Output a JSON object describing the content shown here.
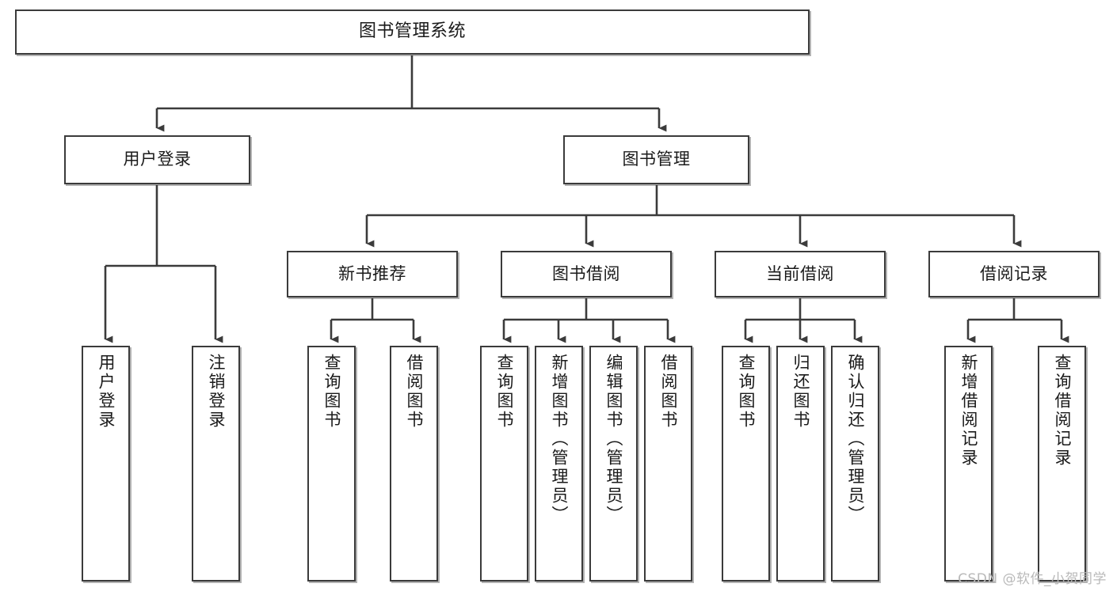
{
  "diagram": {
    "title": "图书管理系统",
    "type": "tree-hierarchy-chart",
    "watermark": "CSDN @软件_小贺同学",
    "colors": {
      "box_border": "#3b3b3b",
      "box_fill": "#ffffff",
      "connector": "#3b3b3b",
      "text": "#1a1a1a",
      "watermark": "#b9b9b9",
      "background": "#ffffff"
    },
    "nodes": {
      "root": {
        "label": "图书管理系统"
      },
      "level2": [
        {
          "id": "user-login",
          "label": "用户登录"
        },
        {
          "id": "book-manage",
          "label": "图书管理"
        }
      ],
      "level3": [
        {
          "id": "new-book-recommend",
          "label": "新书推荐"
        },
        {
          "id": "book-borrow",
          "label": "图书借阅"
        },
        {
          "id": "current-borrow",
          "label": "当前借阅"
        },
        {
          "id": "borrow-record",
          "label": "借阅记录"
        }
      ],
      "leaves": {
        "user-login": [
          {
            "id": "leaf-user-login",
            "label": "用户登录"
          },
          {
            "id": "leaf-user-logout",
            "label": "注销登录"
          }
        ],
        "new-book-recommend": [
          {
            "id": "leaf-query-book-1",
            "label": "查询图书"
          },
          {
            "id": "leaf-borrow-book-1",
            "label": "借阅图书"
          }
        ],
        "book-borrow": [
          {
            "id": "leaf-query-book-2",
            "label": "查询图书"
          },
          {
            "id": "leaf-add-book",
            "label": "新增图书（管理员）"
          },
          {
            "id": "leaf-edit-book",
            "label": "编辑图书（管理员）"
          },
          {
            "id": "leaf-borrow-book-2",
            "label": "借阅图书"
          }
        ],
        "current-borrow": [
          {
            "id": "leaf-query-book-3",
            "label": "查询图书"
          },
          {
            "id": "leaf-return-book",
            "label": "归还图书"
          },
          {
            "id": "leaf-confirm-return",
            "label": "确认归还（管理员）"
          }
        ],
        "borrow-record": [
          {
            "id": "leaf-add-record",
            "label": "新增借阅记录"
          },
          {
            "id": "leaf-query-record",
            "label": "查询借阅记录"
          }
        ]
      }
    }
  }
}
